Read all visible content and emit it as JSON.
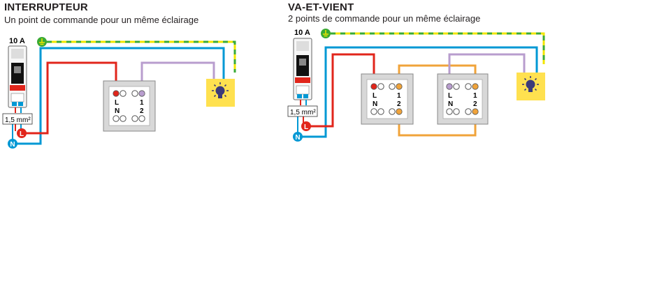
{
  "left_panel": {
    "title": "INTERRUPTEUR",
    "subtitle": "Un point de commande pour un même éclairage",
    "breaker_rating": "10 A",
    "cable_section": "1,5 mm²",
    "phase_label": "L",
    "neutral_label": "N",
    "switch_terminals": {
      "l": "L",
      "n": "N",
      "one": "1",
      "two": "2"
    }
  },
  "right_panel": {
    "title": "VA-ET-VIENT",
    "subtitle": "2 points de commande pour un même éclairage",
    "breaker_rating": "10 A",
    "cable_section": "1,5 mm²",
    "phase_label": "L",
    "neutral_label": "N",
    "switch1_terminals": {
      "l": "L",
      "n": "N",
      "one": "1",
      "two": "2"
    },
    "switch2_terminals": {
      "l": "L",
      "n": "N",
      "one": "1",
      "two": "2"
    }
  },
  "colors": {
    "phase": "#e1251b",
    "neutral": "#0098d4",
    "earth_green": "#3aaa35",
    "earth_yellow": "#f2e500",
    "return": "#b89dce",
    "traveler": "#f0a33a",
    "lamp_bg": "#ffe14f",
    "lamp_icon": "#3b3a7a",
    "switch_plate": "#d8d8d8",
    "switch_inner": "#ffffff"
  },
  "icons": [
    "earth-icon",
    "lamp-icon",
    "breaker-icon"
  ]
}
